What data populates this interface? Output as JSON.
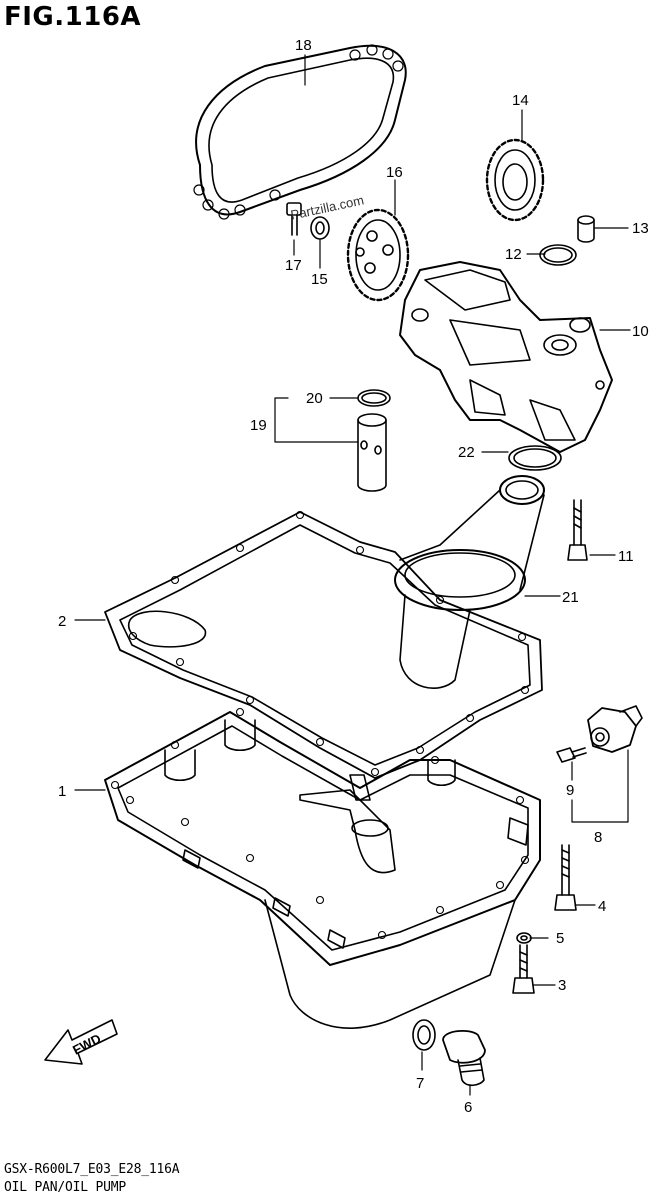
{
  "title": "FIG.116A",
  "footer": {
    "model_code": "GSX-R600L7_E03_E28_116A",
    "section_name": "OIL PAN/OIL PUMP"
  },
  "watermark": "Partzilla.com",
  "fwd_label": "FWD",
  "callouts": [
    {
      "id": "c1",
      "label": "1"
    },
    {
      "id": "c2",
      "label": "2"
    },
    {
      "id": "c3",
      "label": "3"
    },
    {
      "id": "c4",
      "label": "4"
    },
    {
      "id": "c5",
      "label": "5"
    },
    {
      "id": "c6",
      "label": "6"
    },
    {
      "id": "c7",
      "label": "7"
    },
    {
      "id": "c8",
      "label": "8"
    },
    {
      "id": "c9",
      "label": "9"
    },
    {
      "id": "c10",
      "label": "10"
    },
    {
      "id": "c11",
      "label": "11"
    },
    {
      "id": "c12",
      "label": "12"
    },
    {
      "id": "c13",
      "label": "13"
    },
    {
      "id": "c14",
      "label": "14"
    },
    {
      "id": "c15",
      "label": "15"
    },
    {
      "id": "c16",
      "label": "16"
    },
    {
      "id": "c17",
      "label": "17"
    },
    {
      "id": "c18",
      "label": "18"
    },
    {
      "id": "c19",
      "label": "19"
    },
    {
      "id": "c20",
      "label": "20"
    },
    {
      "id": "c21",
      "label": "21"
    },
    {
      "id": "c22",
      "label": "22"
    }
  ]
}
